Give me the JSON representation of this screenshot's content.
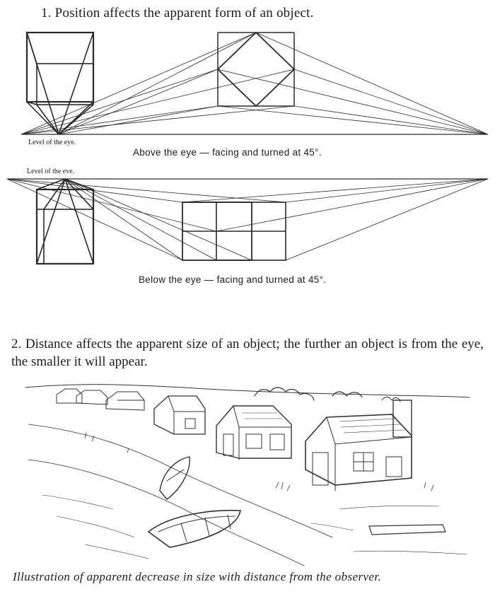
{
  "section1": {
    "heading": "1.  Position affects the apparent form of an object.",
    "top_figure": {
      "eye_label": "Level of the eye.",
      "caption": "Above the eye — facing and turned at 45°."
    },
    "bottom_figure": {
      "eye_label": "Level of the eve.",
      "caption": "Below the eye — facing and turned at 45°."
    }
  },
  "section2": {
    "paragraph": "2.  Distance affects the apparent size of an object; the further an object is from the eye, the smaller it will appear.",
    "illustration_caption": "Illustration of apparent decrease in size with distance from the observer."
  }
}
